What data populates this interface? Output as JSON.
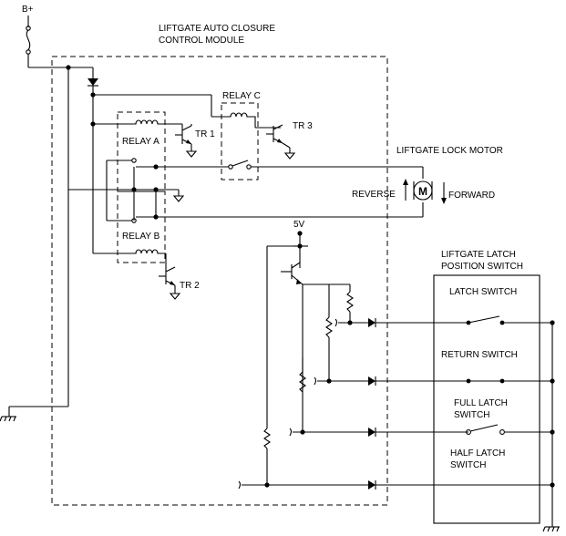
{
  "labels": {
    "power": "B+",
    "module_line1": "LIFTGATE AUTO CLOSURE",
    "module_line2": "CONTROL MODULE",
    "relay_a": "RELAY A",
    "relay_b": "RELAY B",
    "relay_c": "RELAY C",
    "tr1": "TR 1",
    "tr2": "TR 2",
    "tr3": "TR 3",
    "lock_motor": "LIFTGATE LOCK MOTOR",
    "reverse": "REVERSE",
    "forward": "FORWARD",
    "motor_symbol": "M",
    "five_volt": "5V",
    "latch_switch_title_line1": "LIFTGATE LATCH",
    "latch_switch_title_line2": "POSITION SWITCH",
    "latch_switch": "LATCH SWITCH",
    "return_switch": "RETURN SWITCH",
    "full_latch_line1": "FULL LATCH",
    "full_latch_line2": "SWITCH",
    "half_latch_line1": "HALF LATCH",
    "half_latch_line2": "SWITCH"
  }
}
